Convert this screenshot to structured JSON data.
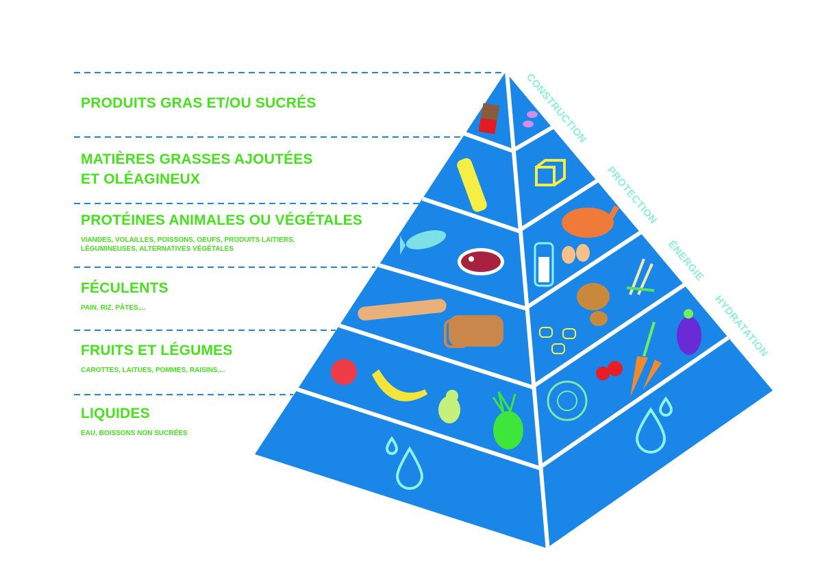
{
  "title": "Pyramide alimentaire",
  "colors": {
    "pyramid": "#1a86e8",
    "label_green": "#45e21c",
    "side_label": "#8cf0d2",
    "divider": "#ffffff"
  },
  "levels": [
    {
      "title": "PRODUITS GRAS ET/OU SUCRÉS",
      "subtitle": "",
      "icons": [
        "chocolate-icon",
        "candy-icon"
      ]
    },
    {
      "title": "MATIÈRES GRASSES AJOUTÉES\nET OLÉAGINEUX",
      "subtitle": "",
      "icons": [
        "oil-bottle-icon",
        "butter-icon"
      ]
    },
    {
      "title": "PROTÉINES ANIMALES OU VÉGÉTALES",
      "subtitle": "VIANDES, VOLAILLES, POISSONS, OEUFS, PRODUITS LAITIERS,\nLÉGUMINEUSES, ALTERNATIVES VÉGÉTALES",
      "icons": [
        "fish-icon",
        "steak-icon",
        "chicken-icon",
        "milk-bottle-icon",
        "eggs-icon"
      ]
    },
    {
      "title": "FÉCULENTS",
      "subtitle": "PAIN, RIZ, PÂTES,...",
      "icons": [
        "baguette-icon",
        "bread-icon",
        "potato-icon",
        "wheat-icon",
        "pasta-icon"
      ]
    },
    {
      "title": "FRUITS ET LÉGUMES",
      "subtitle": "CAROTTES, LAITUES, POMMES, RAISINS,...",
      "icons": [
        "apple-icon",
        "banana-icon",
        "pear-icon",
        "pineapple-icon",
        "lettuce-icon",
        "tomato-icon",
        "carrot-icon",
        "eggplant-icon"
      ]
    },
    {
      "title": "LIQUIDES",
      "subtitle": "EAU, BOISSONS NON SUCRÉES",
      "icons": [
        "water-drop-icon"
      ]
    }
  ],
  "side_labels": [
    "CONSTRUCTION",
    "PROTECTION",
    "ÉNERGIE",
    "HYDRATATION"
  ]
}
